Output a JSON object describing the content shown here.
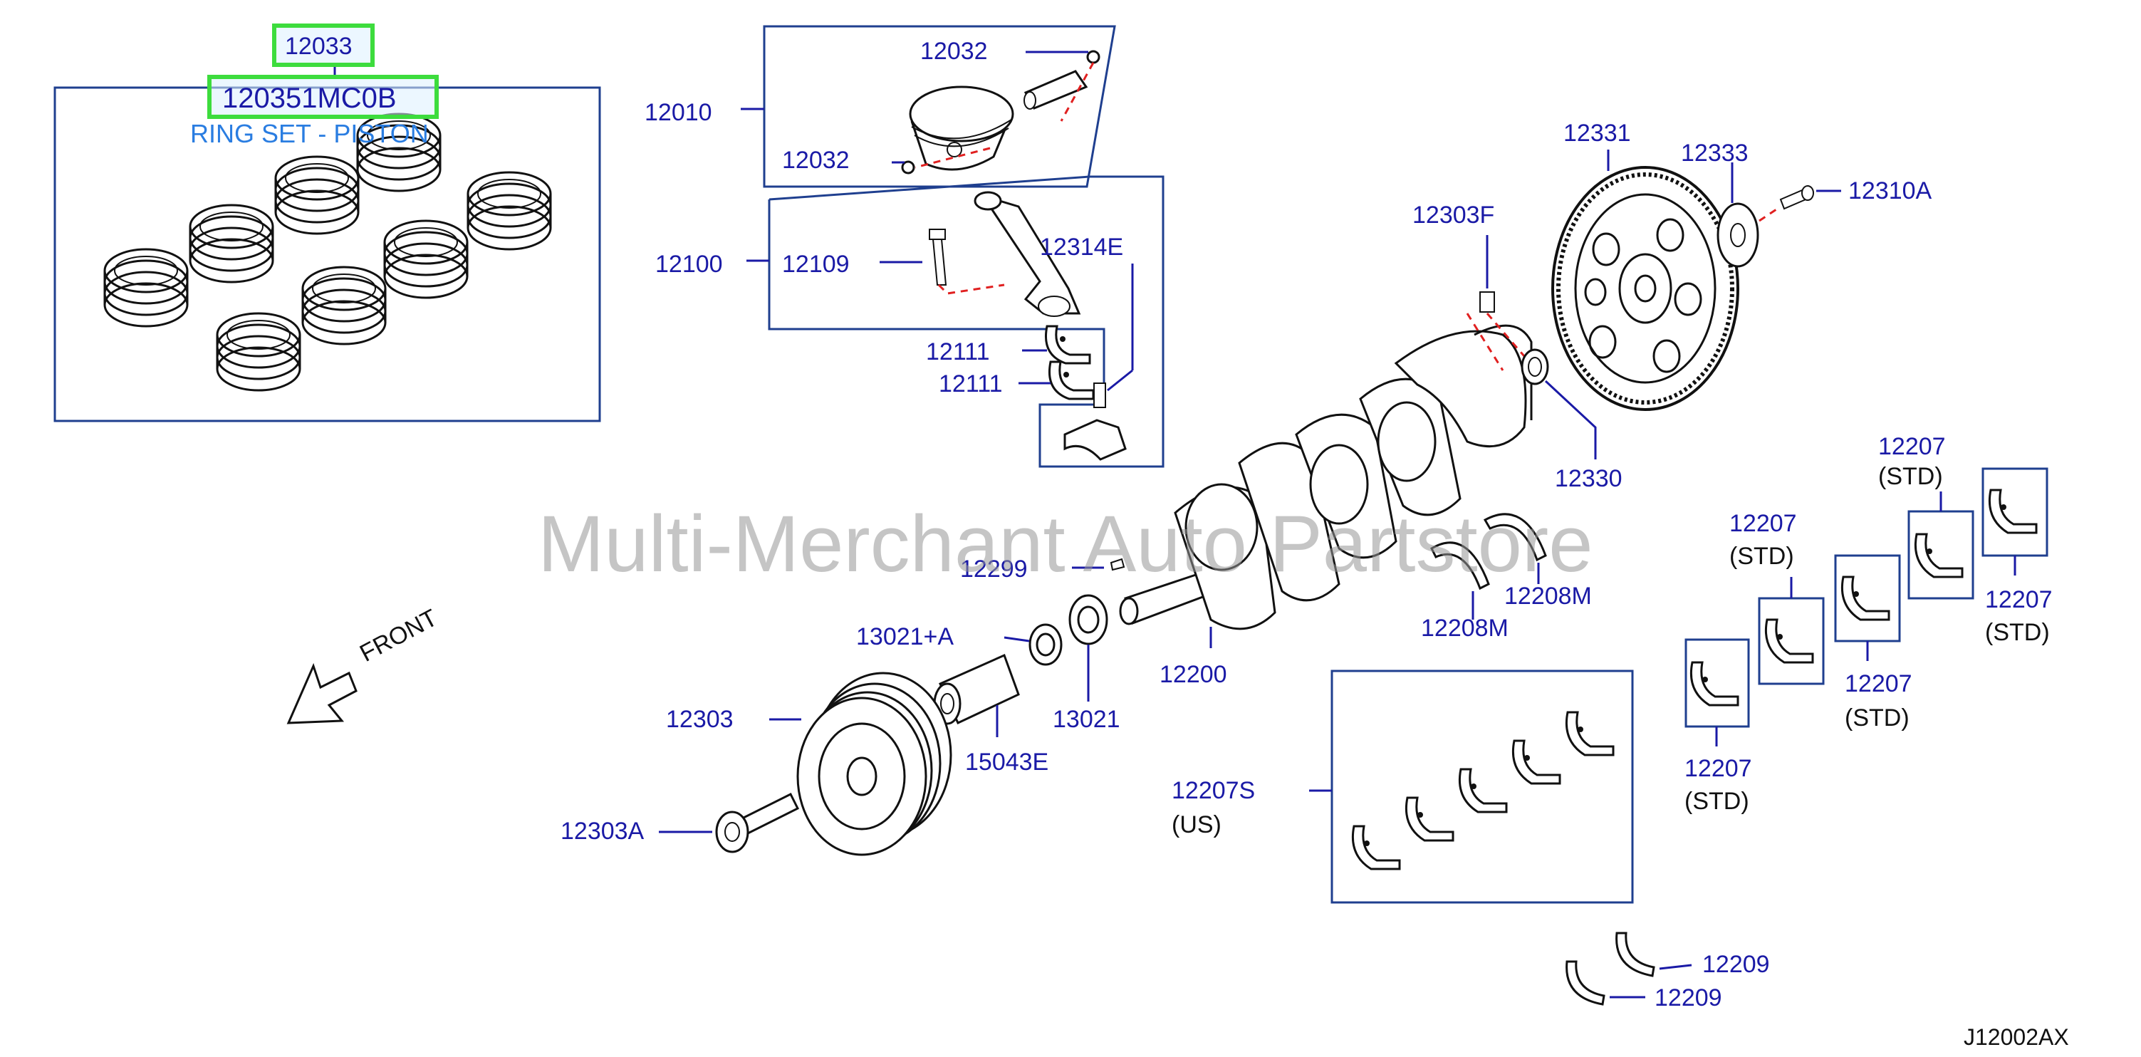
{
  "diagram": {
    "drawing_code": "J12002AX",
    "watermark": "Multi-Merchant Auto Partstore",
    "front_label": "FRONT",
    "highlight": {
      "part_ref": "12033",
      "part_number": "120351MC0B",
      "description": "RING SET - PISTON"
    },
    "labels": {
      "p12010": "12010",
      "p12032_top": "12032",
      "p12032_bottom": "12032",
      "p12100": "12100",
      "p12109": "12109",
      "p12314E": "12314E",
      "p12111_a": "12111",
      "p12111_b": "12111",
      "p12303F": "12303F",
      "p12331": "12331",
      "p12333": "12333",
      "p12310A": "12310A",
      "p12330": "12330",
      "p12299": "12299",
      "p13021A": "13021+A",
      "p13021": "13021",
      "p12303": "12303",
      "p15043E": "15043E",
      "p12303A": "12303A",
      "p12200": "12200",
      "p12208M_a": "12208M",
      "p12208M_b": "12208M",
      "p12207S": "12207S",
      "us": "(US)",
      "p12207_1": "12207",
      "p12207_2": "12207",
      "p12207_3": "12207",
      "p12207_4": "12207",
      "p12207_5": "12207",
      "std_1": "(STD)",
      "std_2": "(STD)",
      "std_3": "(STD)",
      "std_4": "(STD)",
      "std_5": "(STD)",
      "p12209_a": "12209",
      "p12209_b": "12209"
    },
    "colors": {
      "callout_text": "#1a1aa6",
      "box_border": "#1f3f8f",
      "highlight_border": "#3ddc3d",
      "description_text": "#2a7de1",
      "leader_dashed": "#e02020",
      "watermark": "#999999"
    }
  }
}
